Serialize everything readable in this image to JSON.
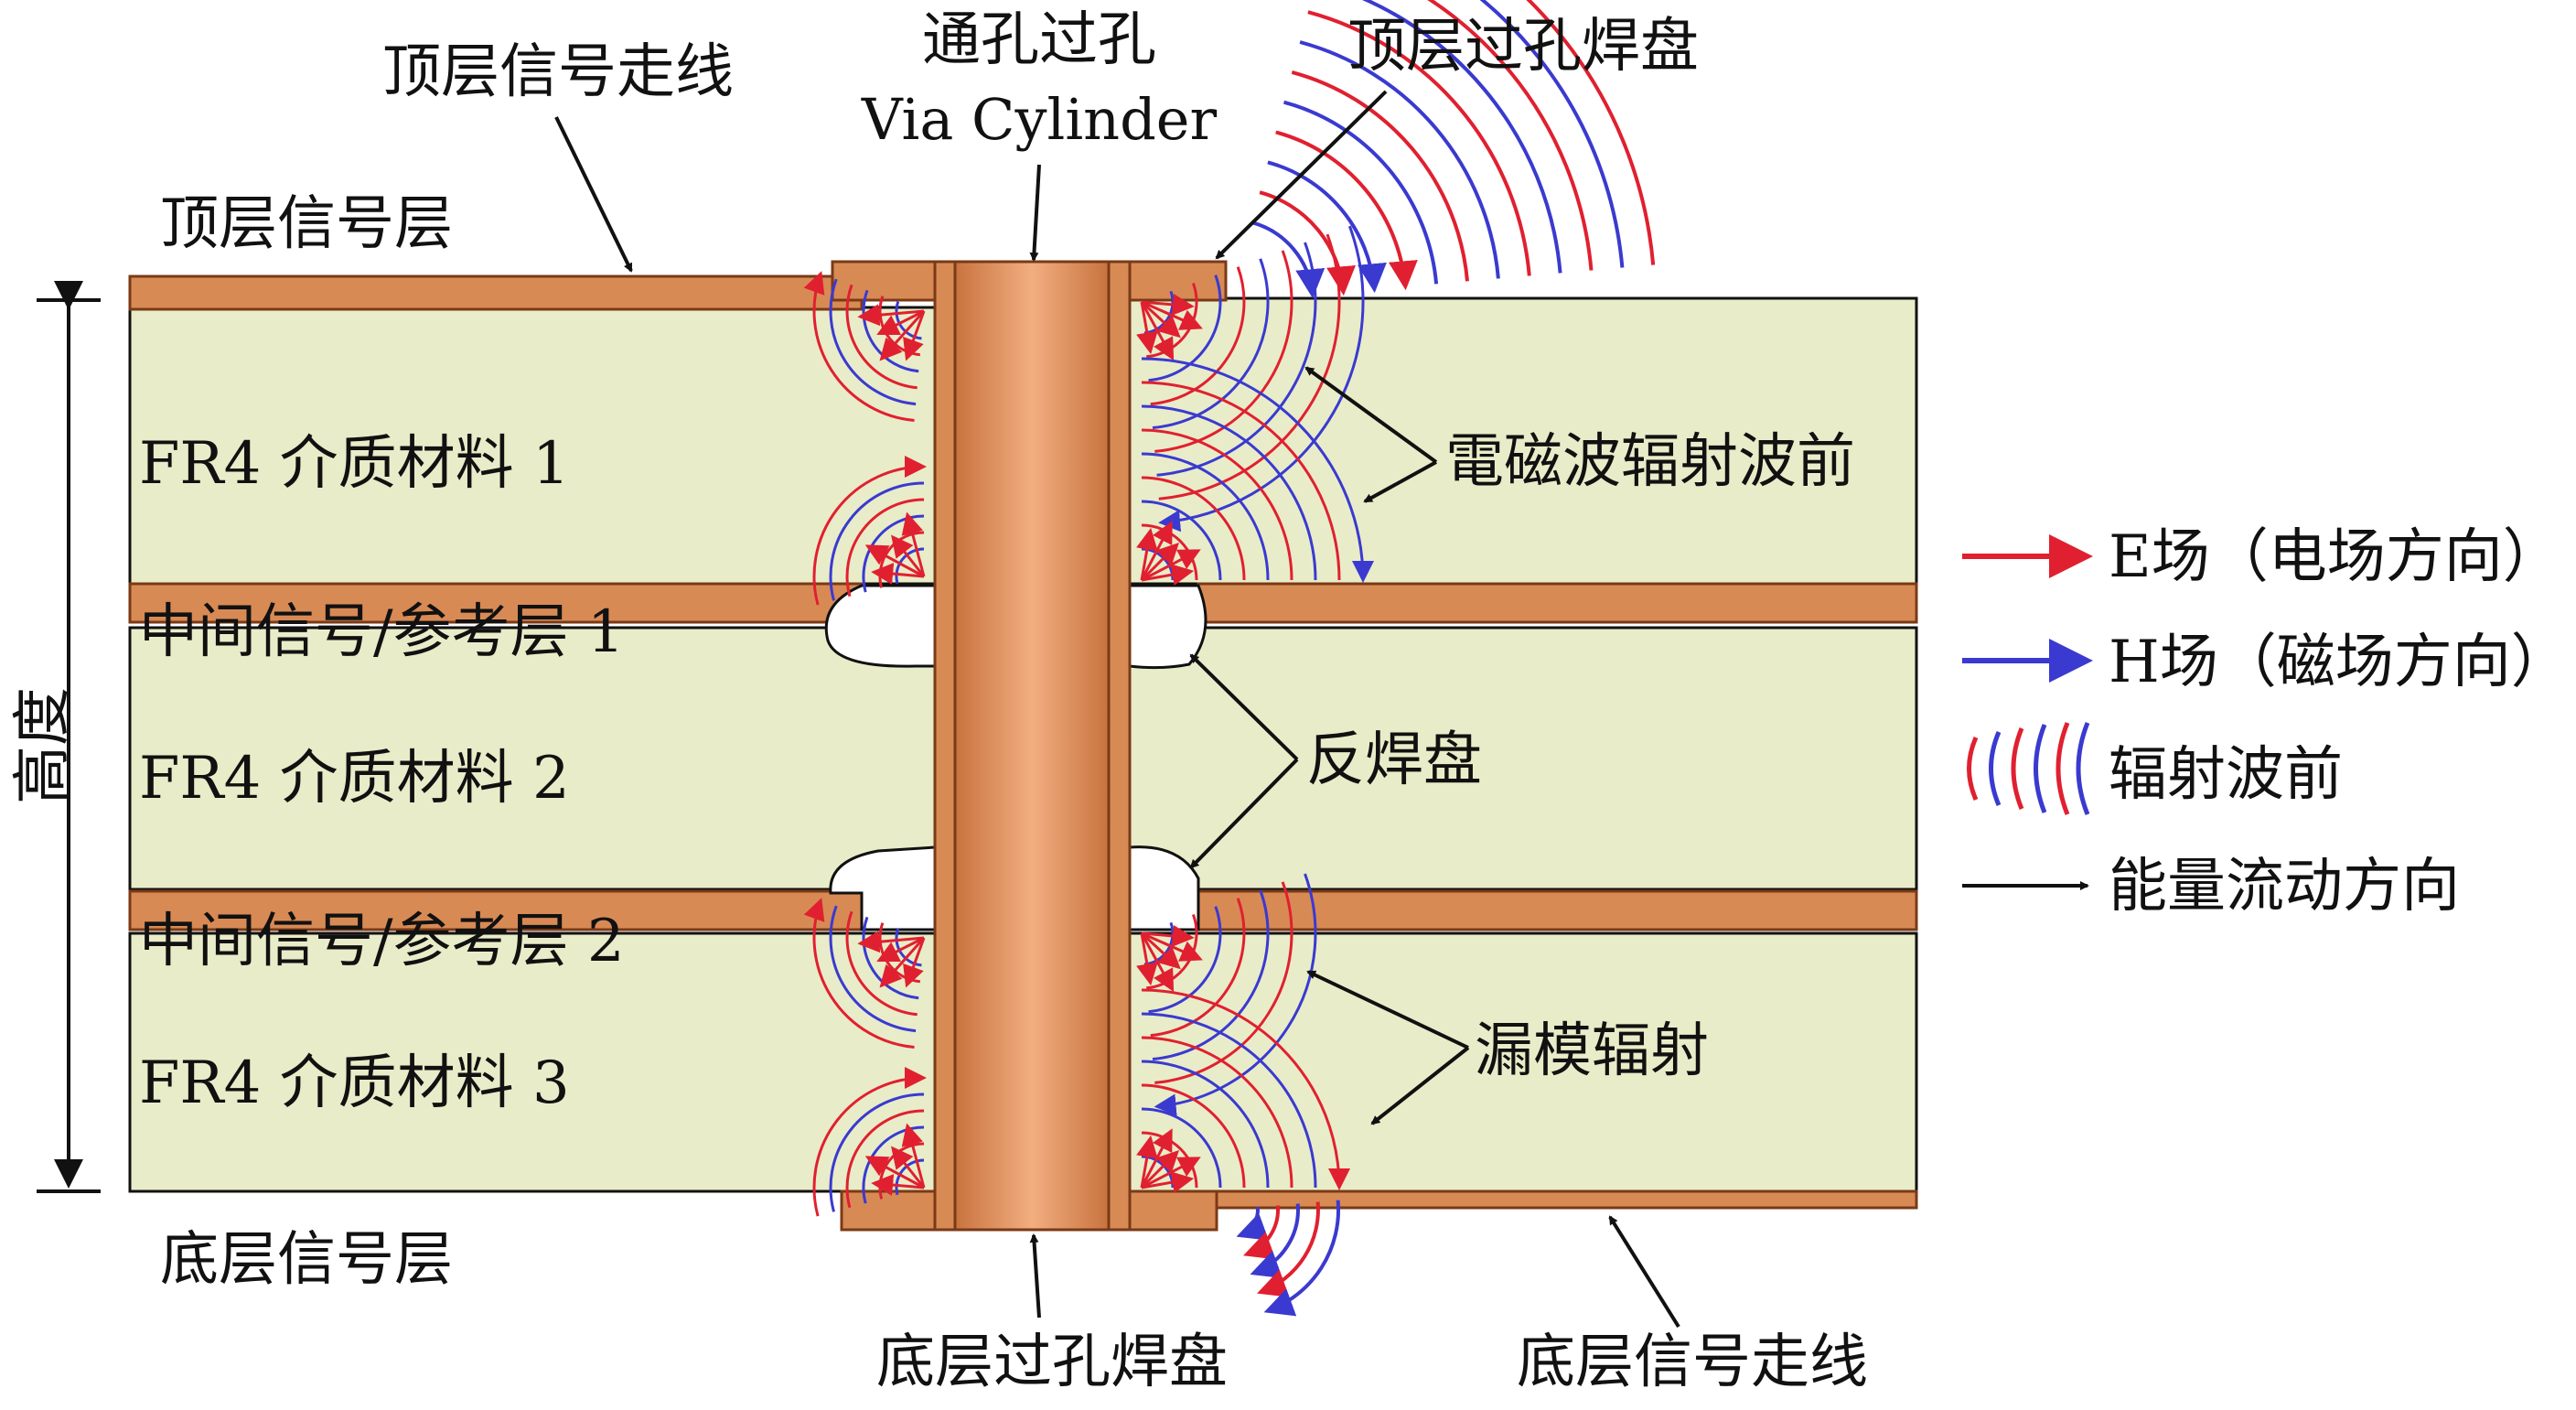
{
  "colors": {
    "fr4": "#e9ecc8",
    "copper": "#d88a55",
    "copper_light": "#f0a87a",
    "copper_edge": "#7a3a16",
    "e_field": "#e02030",
    "h_field": "#3a3ad0",
    "arrow": "#111111"
  },
  "labels": {
    "top_trace": "顶层信号走线",
    "via_cn": "通孔过孔",
    "via_en": "Via Cylinder",
    "top_pad": "顶层过孔焊盘",
    "top_layer": "顶层信号层",
    "fr4_1": "FR4 介质材料 1",
    "mid_layer_1": "中间信号/参考层 1",
    "fr4_2": "FR4 介质材料 2",
    "mid_layer_2": "中间信号/参考层 2",
    "fr4_3": "FR4 介质材料 3",
    "bottom_layer": "底层信号层",
    "bottom_pad": "底层过孔焊盘",
    "bottom_trace": "底层信号走线",
    "height": "高度",
    "em_wavefront": "電磁波辐射波前",
    "antipad": "反焊盘",
    "leakage": "漏模辐射"
  },
  "legend": [
    {
      "label": "E场（电场方向）",
      "icon": "red-arrow"
    },
    {
      "label": "H场（磁场方向）",
      "icon": "blue-arrow"
    },
    {
      "label": "辐射波前",
      "icon": "wavefront-arcs"
    },
    {
      "label": "能量流动方向",
      "icon": "black-arrow"
    }
  ]
}
